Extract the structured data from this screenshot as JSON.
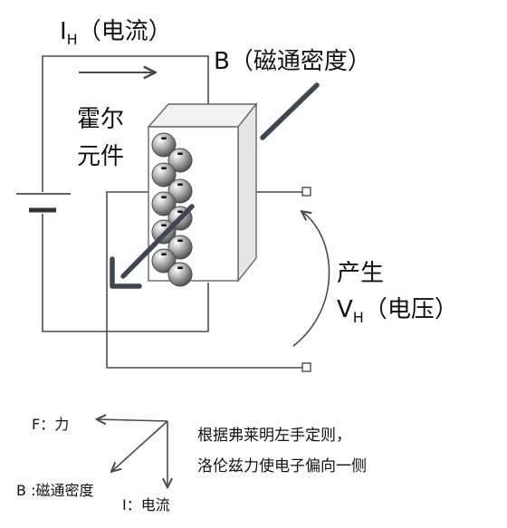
{
  "labels": {
    "current_main": "I",
    "current_sub": "H",
    "current_paren": "（电流）",
    "field": "B（磁通密度）",
    "element_line1": "霍尔",
    "element_line2": "元件",
    "produce": "产生",
    "voltage_main": "V",
    "voltage_sub": "H",
    "voltage_paren": "（电压）",
    "electron_symbol": "-"
  },
  "legend": {
    "force": "F：力",
    "field": "B :磁通密度",
    "current": "I：电流"
  },
  "note": {
    "line1": "根据弗莱明左手定则，",
    "line2": "洛伦兹力使电子偏向一侧"
  },
  "electron_count": 10,
  "colors": {
    "wire": "#4d4d4d",
    "arrow": "#3f4650",
    "box_stroke": "#666666",
    "box_front": "#ffffff",
    "box_top": "#f2f2f2",
    "box_side": "#e6e6e6",
    "text": "#111111"
  }
}
